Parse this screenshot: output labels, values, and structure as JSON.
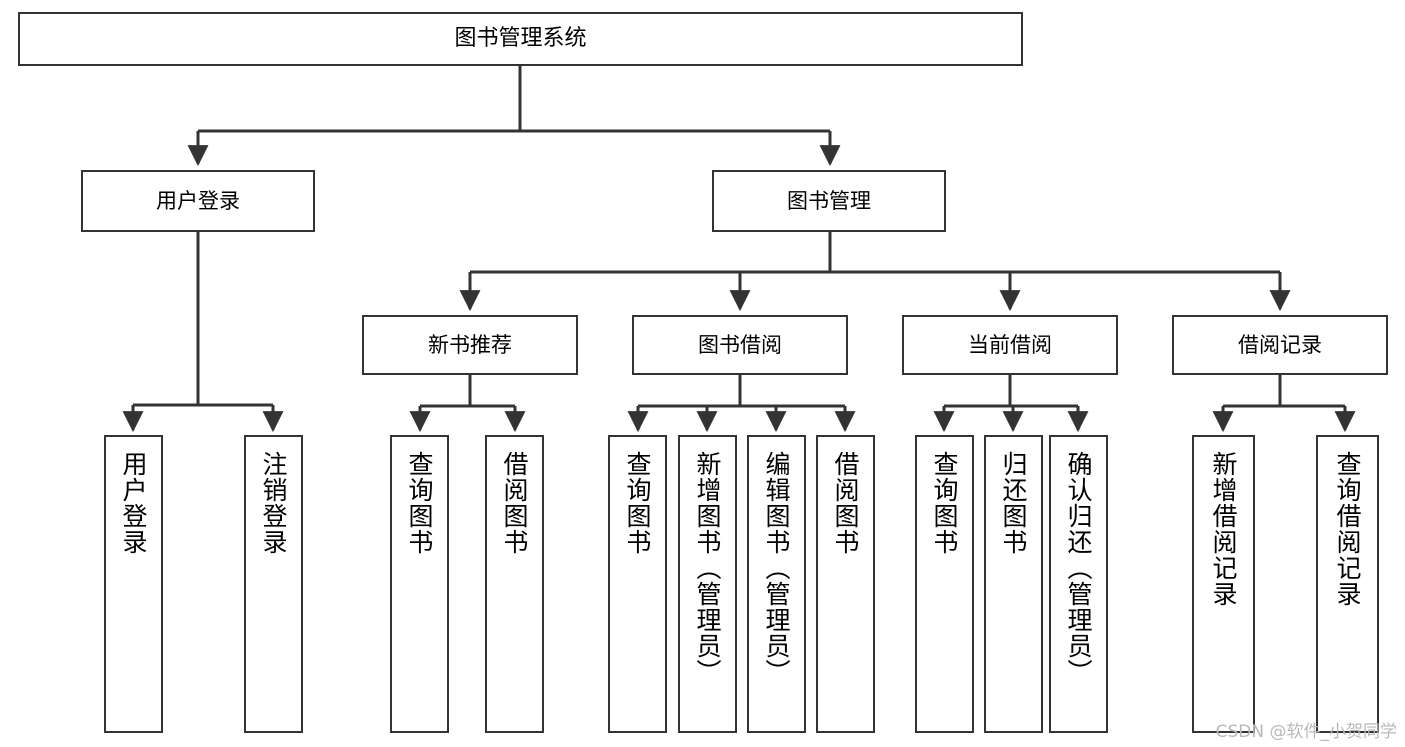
{
  "diagram": {
    "title": "图书管理系统",
    "watermark": "CSDN @软件_小贺同学",
    "colors": {
      "background": "#ffffff",
      "node_border": "#333333",
      "node_fill": "#ffffff",
      "edge": "#333333",
      "text": "#000000",
      "watermark": "#b9b9b9"
    },
    "nodes": {
      "root": {
        "label": "图书管理系统"
      },
      "level1": [
        {
          "id": "user-login",
          "label": "用户登录"
        },
        {
          "id": "book-manage",
          "label": "图书管理"
        }
      ],
      "level2": [
        {
          "id": "new-book-rec",
          "label": "新书推荐"
        },
        {
          "id": "book-borrow",
          "label": "图书借阅"
        },
        {
          "id": "current-borrow",
          "label": "当前借阅"
        },
        {
          "id": "borrow-record",
          "label": "借阅记录"
        }
      ],
      "leaves": {
        "user_login": [
          {
            "id": "leaf-user-login",
            "label": "用户登录"
          },
          {
            "id": "leaf-user-logout",
            "label": "注销登录"
          }
        ],
        "new_book_rec": [
          {
            "id": "leaf-query-book-1",
            "label": "查询图书"
          },
          {
            "id": "leaf-borrow-book-1",
            "label": "借阅图书"
          }
        ],
        "book_borrow": [
          {
            "id": "leaf-query-book-2",
            "label": "查询图书"
          },
          {
            "id": "leaf-add-book",
            "label": "新增图书（管理员）"
          },
          {
            "id": "leaf-edit-book",
            "label": "编辑图书（管理员）"
          },
          {
            "id": "leaf-borrow-book-2",
            "label": "借阅图书"
          }
        ],
        "current_borrow": [
          {
            "id": "leaf-query-book-3",
            "label": "查询图书"
          },
          {
            "id": "leaf-return-book",
            "label": "归还图书"
          },
          {
            "id": "leaf-confirm-return",
            "label": "确认归还（管理员）"
          }
        ],
        "borrow_record": [
          {
            "id": "leaf-add-record",
            "label": "新增借阅记录"
          },
          {
            "id": "leaf-query-record",
            "label": "查询借阅记录"
          }
        ]
      }
    }
  }
}
